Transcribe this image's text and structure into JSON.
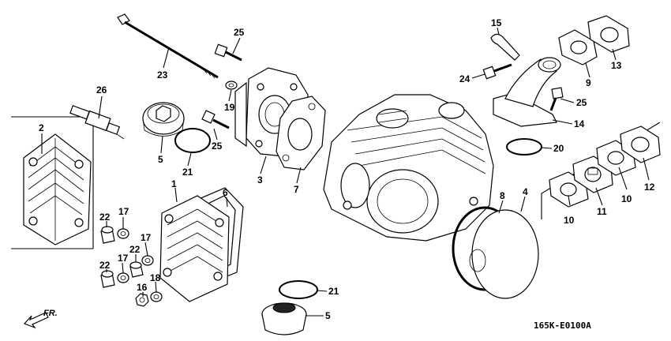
{
  "diagram": {
    "code": "165K-E0100A",
    "direction_label": "FR.",
    "callouts": [
      "2",
      "26",
      "23",
      "25",
      "19",
      "5",
      "21",
      "25",
      "3",
      "7",
      "6",
      "1",
      "22",
      "17",
      "17",
      "22",
      "22",
      "17",
      "16",
      "18",
      "15",
      "24",
      "9",
      "13",
      "25",
      "14",
      "20",
      "8",
      "4",
      "10",
      "11",
      "10",
      "12",
      "21",
      "5"
    ]
  }
}
